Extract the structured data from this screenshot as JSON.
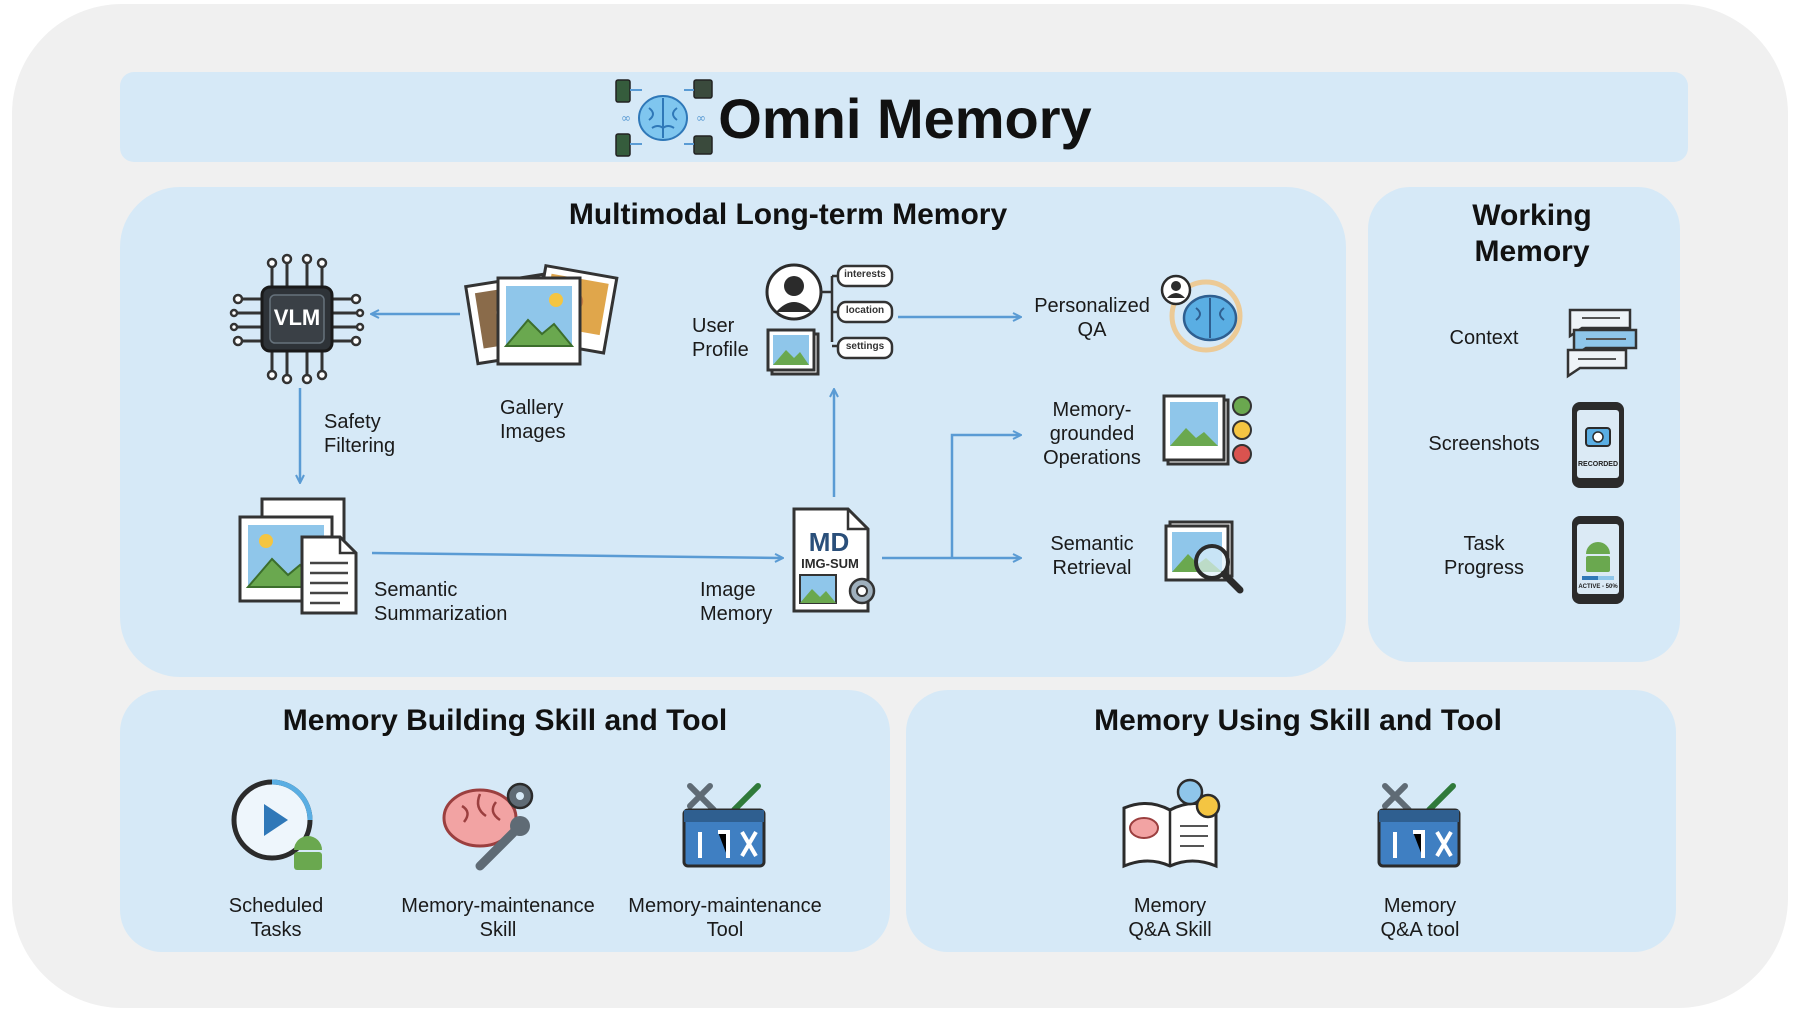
{
  "header": {
    "title": "Omni Memory"
  },
  "long_term": {
    "title": "Multimodal Long-term Memory",
    "nodes": {
      "vlm_chip": "VLM",
      "gallery": "Gallery\nImages",
      "safety": "Safety\nFiltering",
      "summarization": "Semantic\nSummarization",
      "user_profile": "User\nProfile",
      "image_memory": "Image\nMemory",
      "doc_md": "MD",
      "doc_tag": "IMG-SUM",
      "tag_interests": "interests",
      "tag_location": "location",
      "tag_settings": "settings"
    },
    "outputs": [
      {
        "label": "Personalized\nQA",
        "icon": "brain-profile-icon"
      },
      {
        "label": "Memory-\ngrounded\nOperations",
        "icon": "photo-operations-icon"
      },
      {
        "label": "Semantic\nRetrieval",
        "icon": "photo-search-icon"
      }
    ]
  },
  "working_memory": {
    "title": "Working\nMemory",
    "items": [
      {
        "label": "Context",
        "icon": "chat-bubbles-icon"
      },
      {
        "label": "Screenshots",
        "icon": "phone-camera-icon",
        "badge": "RECORDED"
      },
      {
        "label": "Task\nProgress",
        "icon": "phone-android-icon",
        "badge": "ACTIVE - 50%"
      }
    ]
  },
  "building": {
    "title": "Memory Building Skill and Tool",
    "items": [
      {
        "label": "Scheduled\nTasks",
        "icon": "clock-android-icon"
      },
      {
        "label": "Memory-maintenance\nSkill",
        "icon": "brain-gear-icon"
      },
      {
        "label": "Memory-maintenance\nTool",
        "icon": "toolbox-icon"
      }
    ]
  },
  "using": {
    "title": "Memory Using Skill and Tool",
    "items": [
      {
        "label": "Memory\nQ&A Skill",
        "icon": "book-qa-icon"
      },
      {
        "label": "Memory\nQ&A tool",
        "icon": "toolbox-icon"
      }
    ]
  },
  "colors": {
    "panel": "#d6e9f7",
    "arrow": "#5a9bd4",
    "outer": "#f0f0f0"
  }
}
